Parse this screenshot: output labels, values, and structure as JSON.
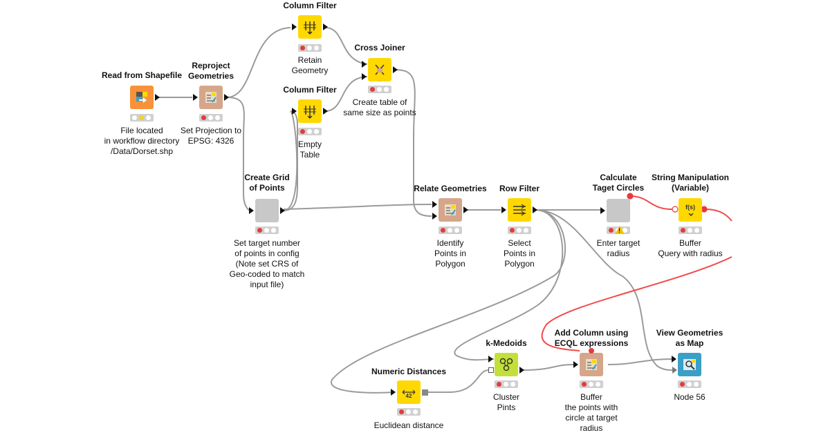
{
  "colors": {
    "manipulator": "#ffd800",
    "reader": "#f7923a",
    "geo": "#d6a68a",
    "meta": "#c8c8c8",
    "learner": "#c3e03a",
    "viz": "#3aa0c8",
    "wire": "#9a9a9a",
    "flow_variable_wire": "#f24949"
  },
  "nodes": {
    "read_shapefile": {
      "title": "Read from Shapefile",
      "desc": "File located\nin workflow directory\n/Data/Dorset.shp",
      "icon": "file-reader-icon",
      "status": "yellow"
    },
    "reproject": {
      "title": "Reproject\nGeometries",
      "desc": "Set Projection to\nEPSG: 4326",
      "icon": "geo-transform-icon",
      "status": "red"
    },
    "column_filter_1": {
      "title": "Column Filter",
      "desc": "Retain\nGeometry",
      "icon": "column-filter-icon",
      "status": "red"
    },
    "cross_joiner": {
      "title": "Cross Joiner",
      "desc": "Create table of\nsame size as points",
      "icon": "cross-join-icon",
      "status": "red"
    },
    "column_filter_2": {
      "title": "Column Filter",
      "desc": "Empty\nTable",
      "icon": "column-filter-icon",
      "status": "red"
    },
    "create_grid": {
      "title": "Create Grid\nof Points",
      "desc": "Set target number\nof points in config\n(Note set CRS of\nGeo-coded to match\ninput file)",
      "icon": "metanode-icon",
      "status": "red"
    },
    "relate_geometries": {
      "title": "Relate Geometries",
      "desc": "Identify\nPoints in\nPolygon",
      "icon": "geo-relate-icon",
      "status": "red"
    },
    "row_filter": {
      "title": "Row Filter",
      "desc": "Select\nPoints in\nPolygon",
      "icon": "row-filter-icon",
      "status": "red"
    },
    "calc_target_circles": {
      "title": "Calculate\nTaget Circles",
      "desc": "Enter target\nradius",
      "icon": "metanode-icon",
      "status": "red",
      "warning": "!"
    },
    "string_manip_var": {
      "title": "String Manipulation\n(Variable)",
      "desc": "Buffer\nQuery with radius",
      "icon": "string-function-icon",
      "icon_text": "f(s)",
      "status": "red"
    },
    "numeric_distances": {
      "title": "Numeric Distances",
      "desc": "Euclidean distance",
      "icon": "distance-icon",
      "icon_text": "42",
      "status": "red"
    },
    "k_medoids": {
      "title": "k-Medoids",
      "desc": "Cluster\nPints",
      "icon": "cluster-icon",
      "status": "red"
    },
    "add_column_ecql": {
      "title": "Add Column using\nECQL expressions",
      "desc": "Buffer\nthe points with\ncircle at target\nradius",
      "icon": "geo-ecql-icon",
      "status": "red"
    },
    "view_geometries": {
      "title": "View Geometries\nas Map",
      "desc": "Node 56",
      "icon": "map-view-icon",
      "status": "red"
    }
  }
}
